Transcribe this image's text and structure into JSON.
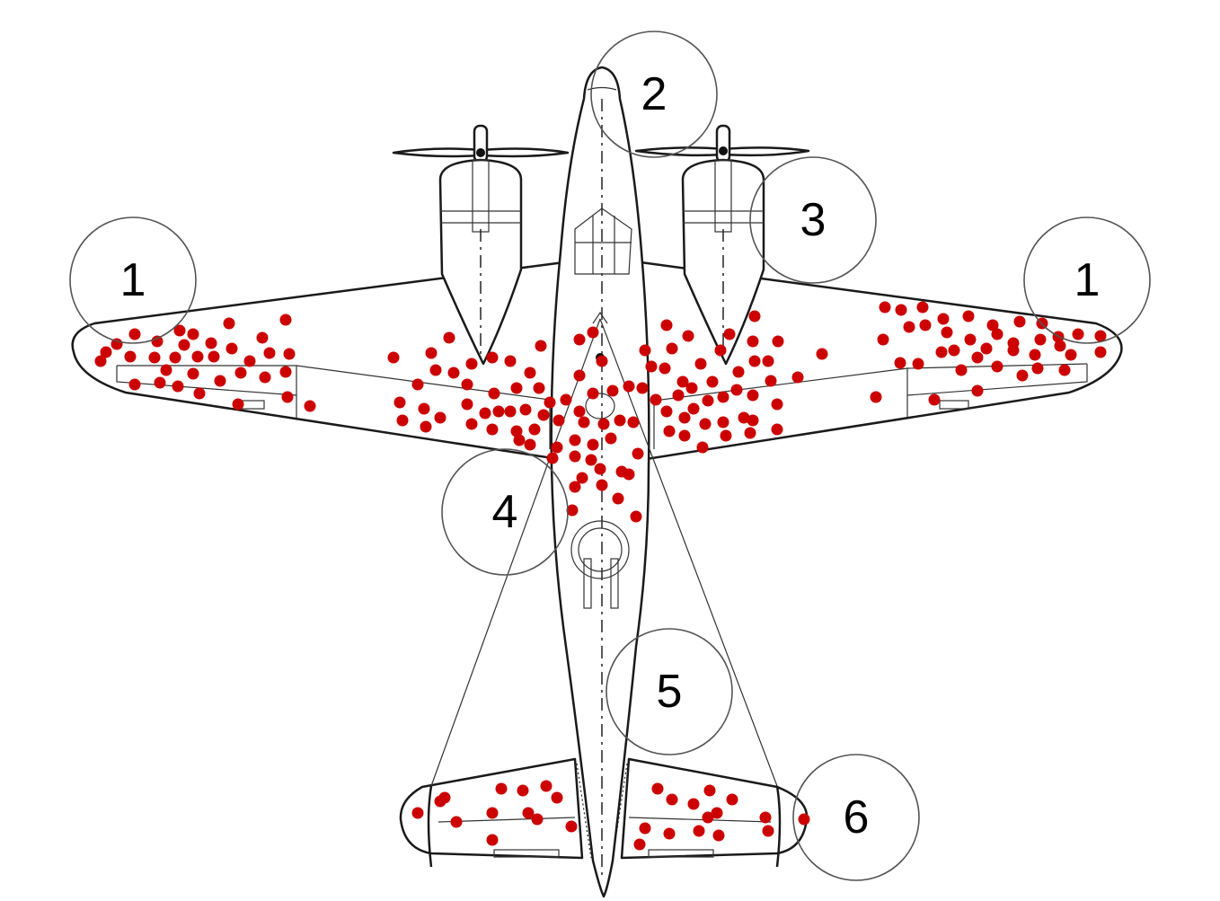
{
  "colors": {
    "hit": "#cc0000",
    "outline": "#1a1a1a",
    "circle": "#555555"
  },
  "zones": [
    {
      "id": "zone-left-wingtip",
      "label": "1"
    },
    {
      "id": "zone-nose",
      "label": "2"
    },
    {
      "id": "zone-right-engine",
      "label": "3"
    },
    {
      "id": "zone-wing-root",
      "label": "4"
    },
    {
      "id": "zone-rear-fuselage",
      "label": "5"
    },
    {
      "id": "zone-tail",
      "label": "6"
    },
    {
      "id": "zone-right-wingtip",
      "label": "1"
    }
  ]
}
